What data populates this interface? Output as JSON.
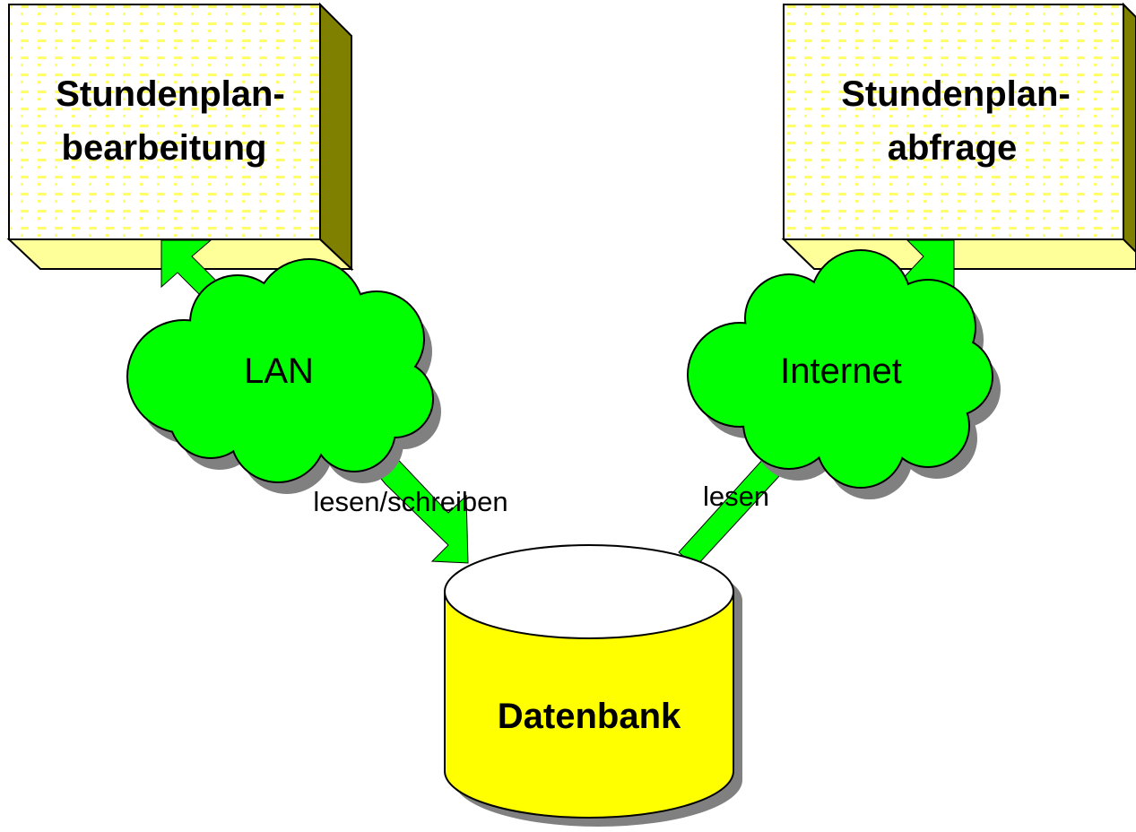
{
  "boxes": {
    "left": {
      "line1": "Stundenplan-",
      "line2": "bearbeitung"
    },
    "right": {
      "line1": "Stundenplan-",
      "line2": "abfrage"
    }
  },
  "clouds": {
    "left": {
      "label": "LAN"
    },
    "right": {
      "label": "Internet"
    }
  },
  "edges": {
    "left": {
      "label": "lesen/schreiben"
    },
    "right": {
      "label": "lesen"
    }
  },
  "database": {
    "label": "Datenbank"
  },
  "colors": {
    "box_face": "#ffffff",
    "box_pattern": "#ffff66",
    "box_side": "#808000",
    "box_bottom": "#ffff99",
    "cloud": "#00ff00",
    "arrow": "#00ff00",
    "shadow": "#808080",
    "cylinder_body": "#ffff00",
    "cylinder_top": "#ffffff"
  }
}
